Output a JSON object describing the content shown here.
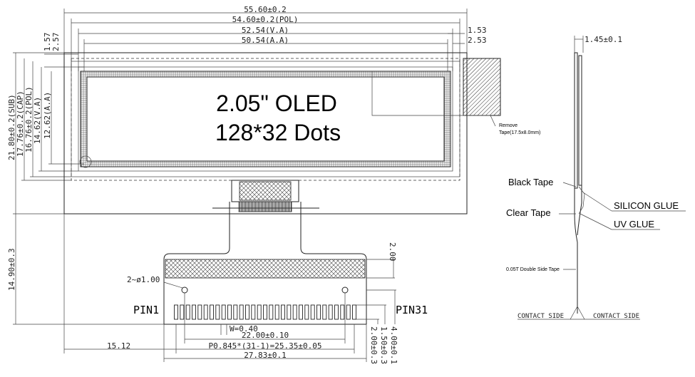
{
  "title": {
    "line1": "2.05\" OLED",
    "line2": "128*32 Dots"
  },
  "dimensions": {
    "sub_width": "55.60±0.2",
    "pol_width": "54.60±0.2(POL)",
    "va_width": "52.54(V.A)",
    "aa_width": "50.54(A.A)",
    "right_1": "1.53",
    "right_2": "2.53",
    "left_1": "2.57",
    "left_2": "1.57",
    "h_aa": "12.62(A.A)",
    "h_va": "14.62(V.A)",
    "h_pol": "16.76±0.2(POL)",
    "h_cap": "17.76±0.2(CAP)",
    "h_sub": "21.80±0.2(SUB)",
    "h_total": "14.90±0.3",
    "fpc_top": "2.00",
    "holes": "2~ø1.00",
    "pin_width": "W=0.40",
    "pitch_span": "22.00±0.10",
    "pitch": "P0.845*(31-1)=25.35±0.05",
    "fpc_width": "27.83±0.1",
    "offset_left": "15.12",
    "v_400": "4.00±0.1",
    "v_150": "1.50±0.3",
    "v_200": "2.00±0.3",
    "thickness": "1.45±0.1"
  },
  "pins": {
    "first": "PIN1",
    "last": "PIN31"
  },
  "annotations": {
    "remove_tape_1": "Remove",
    "remove_tape_2": "Tape(17.5x8.0mm)",
    "black_tape": "Black Tape",
    "clear_tape": "Clear Tape",
    "silicon_glue": "SILICON GLUE",
    "uv_glue": "UV GLUE",
    "double_side_tape": "0.05T Double Side Tape",
    "contact_side_left": "CONTACT SIDE",
    "contact_side_right": "CONTACT SIDE"
  }
}
